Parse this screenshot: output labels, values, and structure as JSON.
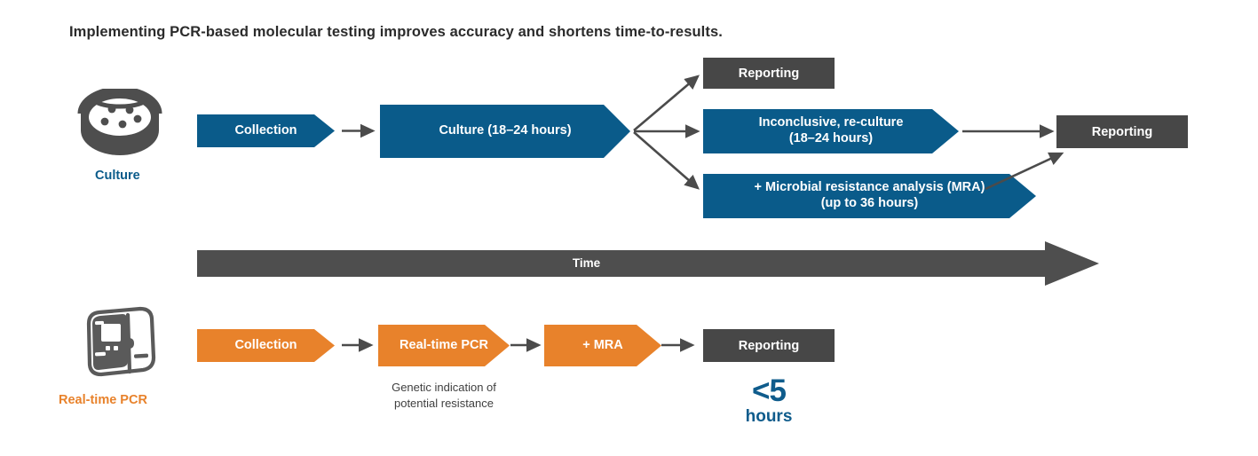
{
  "title": "Implementing PCR-based molecular testing improves accuracy and shortens time-to-results.",
  "colors": {
    "blue": "#0a5b8a",
    "orange": "#e8822b",
    "dark_gray": "#474747",
    "arrow_gray": "#4b4b4b",
    "text_dark": "#2b2b2b",
    "callout_blue": "#0f5c8c"
  },
  "culture_track": {
    "icon_name": "petri-dish-icon",
    "label": "Culture",
    "steps": {
      "collection": "Collection",
      "culture": "Culture (18–24 hours)",
      "reporting_top": "Reporting",
      "inconclusive": "Inconclusive, re-culture\n(18–24 hours)",
      "inconclusive_line1": "Inconclusive, re-culture",
      "inconclusive_line2": "(18–24 hours)",
      "mra_line1": "+ Microbial resistance analysis (MRA)",
      "mra_line2": "(up to 36 hours)",
      "reporting_right": "Reporting"
    }
  },
  "time_axis": {
    "label": "Time",
    "direction": "left-to-right"
  },
  "pcr_track": {
    "icon_name": "pcr-instrument-icon",
    "label": "Real-time PCR",
    "steps": {
      "collection": "Collection",
      "realtime_pcr": "Real-time PCR",
      "mra": "+ MRA",
      "reporting": "Reporting"
    },
    "caption_line1": "Genetic indication of",
    "caption_line2": "potential resistance",
    "callout_number": "<5",
    "callout_unit": "hours"
  }
}
